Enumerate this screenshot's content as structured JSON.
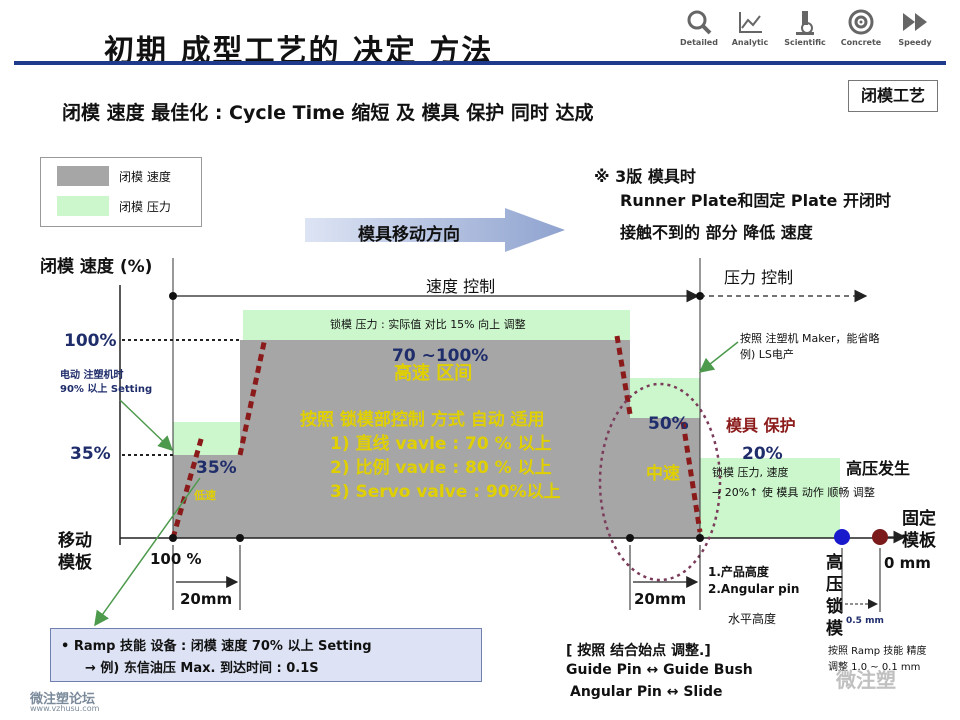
{
  "page": {
    "title": "初期 成型工艺的 决定 方法",
    "subtitle": "闭模 速度 最佳化 : Cycle Time 缩短 及 模具 保护 同时 达成",
    "tag": "闭模工艺"
  },
  "icons": [
    {
      "icon": "search-icon",
      "label": "Detailed"
    },
    {
      "icon": "chart-line-icon",
      "label": "Analytic"
    },
    {
      "icon": "microscope-icon",
      "label": "Scientific"
    },
    {
      "icon": "target-icon",
      "label": "Concrete"
    },
    {
      "icon": "fast-forward-icon",
      "label": "Speedy"
    }
  ],
  "legend": {
    "speed": {
      "label": "闭模 速度",
      "color": "#a6a6a6"
    },
    "pressure": {
      "label": "闭模 压力",
      "color": "#ccf7cc"
    }
  },
  "notes": {
    "line1": "※ 3版 模具时",
    "line2": "Runner Plate和固定 Plate 开闭时",
    "line3": "接触不到的 部分 降低 速度"
  },
  "direction_label": "模具移动方向",
  "y_axis_label": "闭模 速度 (%)",
  "speed_control": "速度 控制",
  "pressure_control": "压力 控制",
  "levels": {
    "p100": "100%",
    "p35": "35%"
  },
  "electric_note": {
    "line1": "电动 注塑机时",
    "line2": "90% 以上 Setting"
  },
  "pressure_adjust": "锁模 压力 : 实际值 对比 15% 向上 调整",
  "high_speed": {
    "range": "70 ~100%",
    "label": "高速 区间"
  },
  "center_text": {
    "l1": "按照 锁模部控制 方式 自动 适用",
    "l2": "1) 直线 vavle : 70 % 以上",
    "l3": "2) 比例 vavle : 80 % 以上",
    "l4": "3) Servo valve : 90%以上"
  },
  "low_speed": {
    "pct": "35%",
    "label": "低速"
  },
  "mid_speed": {
    "pct": "50%",
    "label": "中速"
  },
  "mold_protect": "模具 保护",
  "ls_note": {
    "line1": "按照 注塑机 Maker，能省略",
    "line2": "例) LS电产"
  },
  "protect_note": {
    "pct": "20%",
    "line1": "锁模 压力, 速度",
    "line2": "→ 20%↑ 使 模具 动作 顺畅 调整"
  },
  "high_pressure": "高压发生",
  "moving_plate": {
    "l1": "移动",
    "l2": "模板"
  },
  "fixed_plate": {
    "l1": "固定",
    "l2": "模板"
  },
  "x_start": "100 %",
  "x_end": "0 mm",
  "dist_left": "20mm",
  "dist_right": "20mm",
  "product_notes": {
    "l1": "1.产品高度",
    "l2": "2.Angular pin",
    "l3": "水平高度"
  },
  "high_lock": {
    "c1": "高",
    "c2": "压",
    "c3": "锁",
    "c4": "模"
  },
  "dist_small": "0.5 mm",
  "ramp_precision": {
    "line1": "按照 Ramp 技能 精度",
    "line2": "调整 1.0 ~ 0.1 mm"
  },
  "ramp_box": {
    "line1": "• Ramp 技能 设备 : 闭模 速度 70% 以上 Setting",
    "line2": "→ 例) 东信油压 Max. 到达时间 : 0.1S"
  },
  "adjust_note": {
    "line1": "[ 按照 结合始点 调整.]",
    "line2": "Guide Pin ↔ Guide Bush",
    "line3": "Angular Pin ↔ Slide"
  },
  "footer": {
    "left_logo": "微注塑论坛",
    "left_url": "www.vzhusu.com",
    "right_logo": "微注塑"
  }
}
